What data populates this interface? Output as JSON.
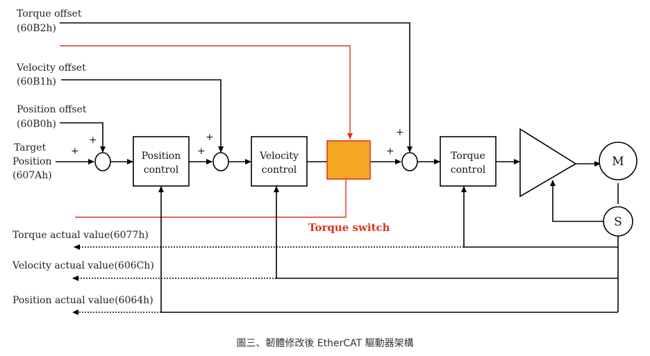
{
  "inputs": {
    "torque_offset": [
      "Torque offset",
      "(60B2h)"
    ],
    "velocity_offset": [
      "Velocity offset",
      "(60B1h)"
    ],
    "position_offset": [
      "Position offset",
      "(60B0h)"
    ],
    "target_position": [
      "Target",
      "Position",
      "(607Ah)"
    ]
  },
  "blocks": {
    "position_control": [
      "Position",
      "control"
    ],
    "velocity_control": [
      "Velocity",
      "control"
    ],
    "torque_control": [
      "Torque",
      "control"
    ],
    "motor": "M",
    "sensor": "S"
  },
  "signs": {
    "plus": "+"
  },
  "torque_switch": {
    "label": "Torque switch",
    "color": "#f5a623",
    "line_color": "#e0321f"
  },
  "outputs": {
    "torque_actual": "Torque actual value(6077h)",
    "velocity_actual": "Velocity actual value(606Ch)",
    "position_actual": "Position actual value(6064h)"
  },
  "caption": "圖三、韌體修改後 EtherCAT 驅動器架構"
}
